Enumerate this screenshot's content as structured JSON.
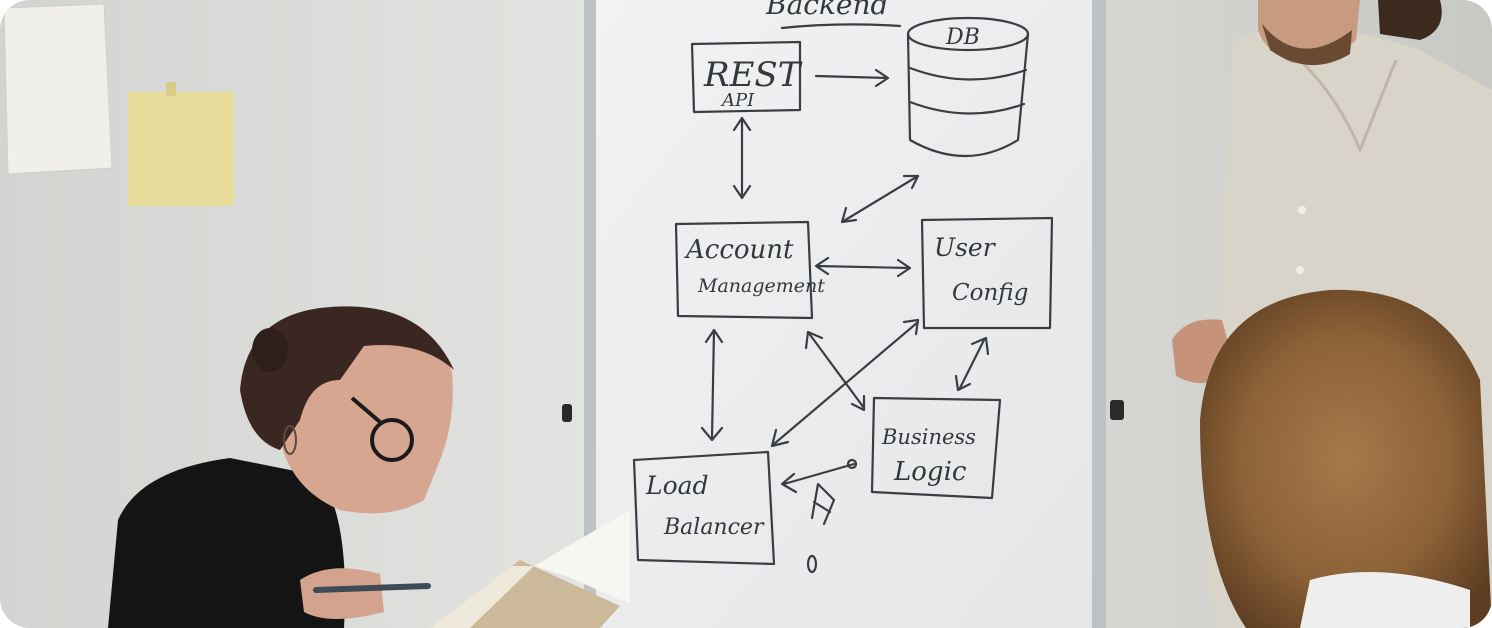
{
  "whiteboard": {
    "heading": "Backend",
    "nodes": {
      "rest_api": {
        "line1": "REST",
        "line2": "API"
      },
      "db": {
        "label": "DB"
      },
      "account_management": {
        "line1": "Account",
        "line2": "Management"
      },
      "user_config": {
        "line1": "User",
        "line2": "Config"
      },
      "business_logic": {
        "line1": "Business",
        "line2": "Logic"
      },
      "load_balancer": {
        "line1": "Load",
        "line2": "Balancer"
      }
    }
  },
  "colors": {
    "wall": "#d9dad7",
    "board": "#eceeef",
    "marker": "#3a3e43",
    "sticky_note": "#e8dc9a",
    "shirt_black": "#141414",
    "shirt_linen": "#d9d4c9",
    "hair_brown": "#3a2721",
    "hair_curly": "#8c6238"
  }
}
